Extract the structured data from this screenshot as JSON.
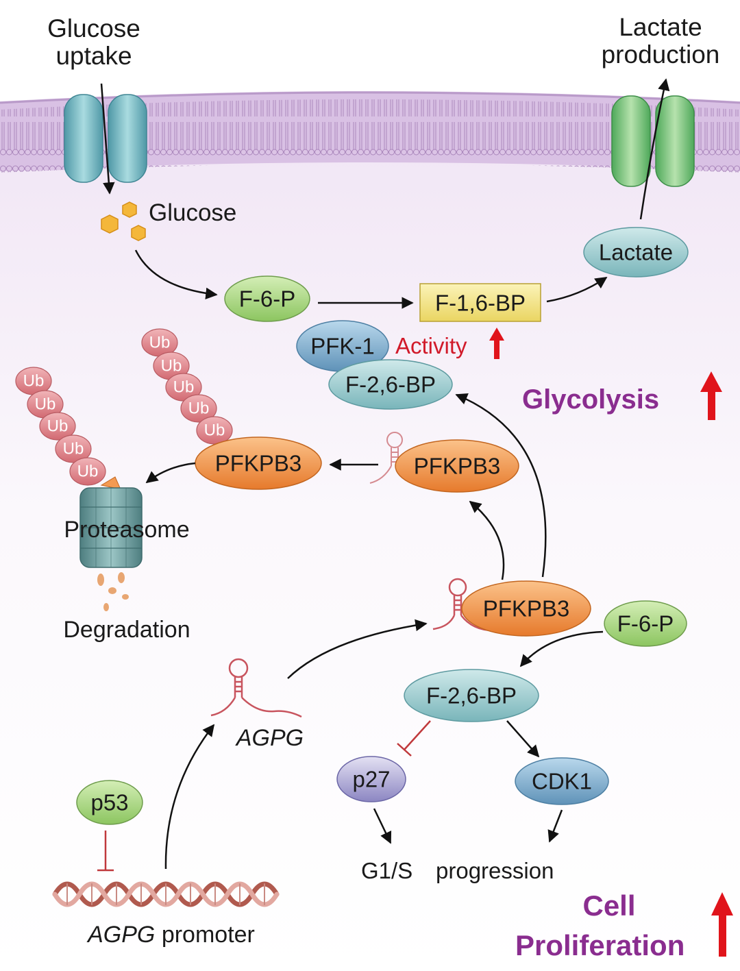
{
  "labels": {
    "glucose_uptake_1": "Glucose",
    "glucose_uptake_2": "uptake",
    "lactate_production_1": "Lactate",
    "lactate_production_2": "production",
    "glucose": "Glucose",
    "activity": "Activity",
    "glycolysis": "Glycolysis",
    "proteasome": "Proteasome",
    "degradation": "Degradation",
    "agpg_rna": "AGPG",
    "agpg_promoter_italic": "AGPG",
    "agpg_promoter_rest": " promoter",
    "g1s": "G1/S",
    "progression": "progression",
    "cell": "Cell",
    "proliferation": "Proliferation"
  },
  "nodes": {
    "f6p_top": "F-6-P",
    "f16bp": "F-1,6-BP",
    "lactate": "Lactate",
    "pfk1": "PFK-1",
    "f26bp_top": "F-2,6-BP",
    "pfkpb3_ub": "PFKPB3",
    "pfkpb3_mid": "PFKPB3",
    "pfkpb3_main": "PFKPB3",
    "f6p_bottom": "F-6-P",
    "f26bp_bottom": "F-2,6-BP",
    "p27": "p27",
    "cdk1": "CDK1",
    "p53": "p53"
  },
  "ubiquitin": [
    "Ub",
    "Ub",
    "Ub",
    "Ub",
    "Ub"
  ],
  "colors": {
    "membrane": "#c9aed7",
    "cytoplasm": "#f6f0f8",
    "glucose_transporter": "#6fb3bf",
    "lactate_transporter": "#6dbd72",
    "glucose_molecule": "#f4b73a",
    "green_node": "#a8d680",
    "teal_node": "#8fc5c9",
    "blue_node": "#7aa8c8",
    "orange_node": "#f39a52",
    "yellow_box": "#f3e58a",
    "ubiquitin": "#e0858c",
    "purple_text": "#8a2d8f",
    "red_arrow": "#e0141b",
    "inhibit": "#c0393c",
    "rna": "#c8545e"
  }
}
